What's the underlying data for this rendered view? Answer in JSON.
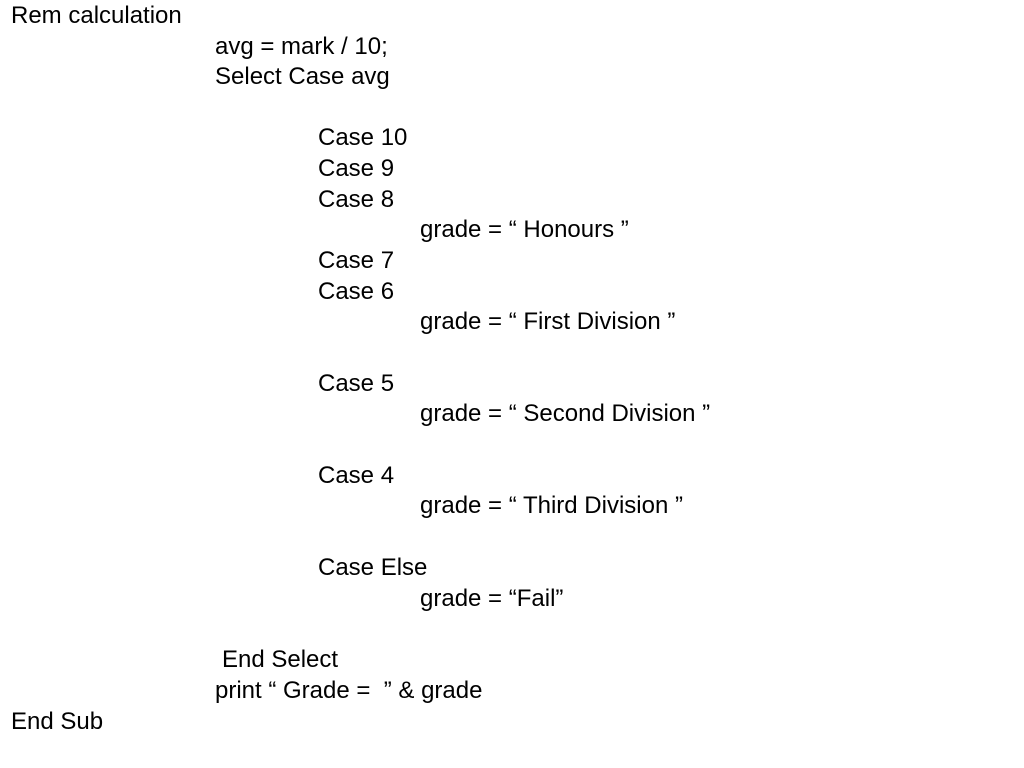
{
  "lines": [
    "Rem calculation",
    "avg = mark / 10;",
    "Select Case avg",
    "Case 10",
    "Case 9",
    "Case 8",
    "grade = “ Honours ”",
    "Case 7",
    "Case 6",
    "grade = “ First Division ”",
    "Case 5",
    "grade = “ Second Division ”",
    "Case 4",
    "grade = “ Third Division ”",
    "Case Else",
    "grade = “Fail”",
    "End Select",
    "print “ Grade =  ” & grade",
    "End Sub"
  ]
}
